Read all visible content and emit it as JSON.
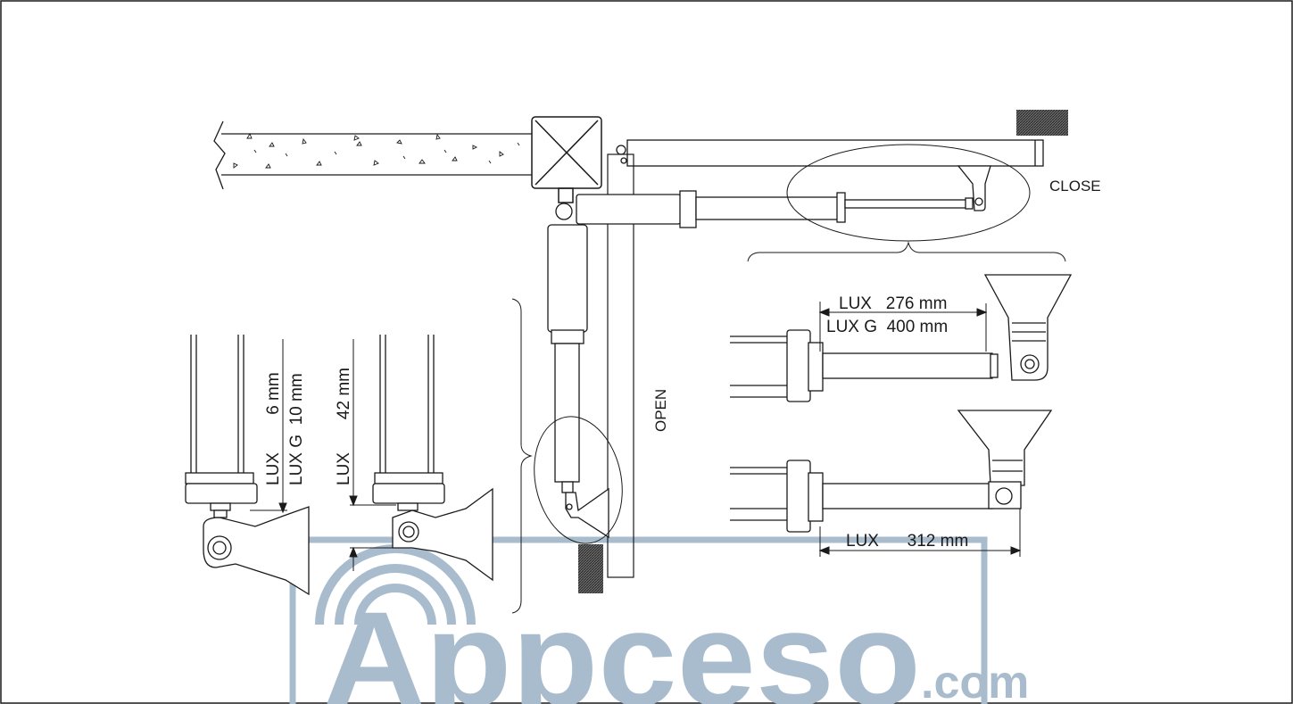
{
  "labels": {
    "close": "CLOSE",
    "open": "OPEN",
    "lux_276": "LUX   276 mm",
    "luxg_400": "LUX G  400 mm",
    "lux_312": "LUX      312 mm",
    "lux_6": "LUX        6 mm",
    "luxg_10": "LUX G  10 mm",
    "lux_42": "LUX       42 mm"
  },
  "watermark": {
    "text": "Appceso",
    "suffix": ".com"
  },
  "colors": {
    "line": "#1a1a1a",
    "hatch": "#555555",
    "watermark": "#a9bccd"
  }
}
